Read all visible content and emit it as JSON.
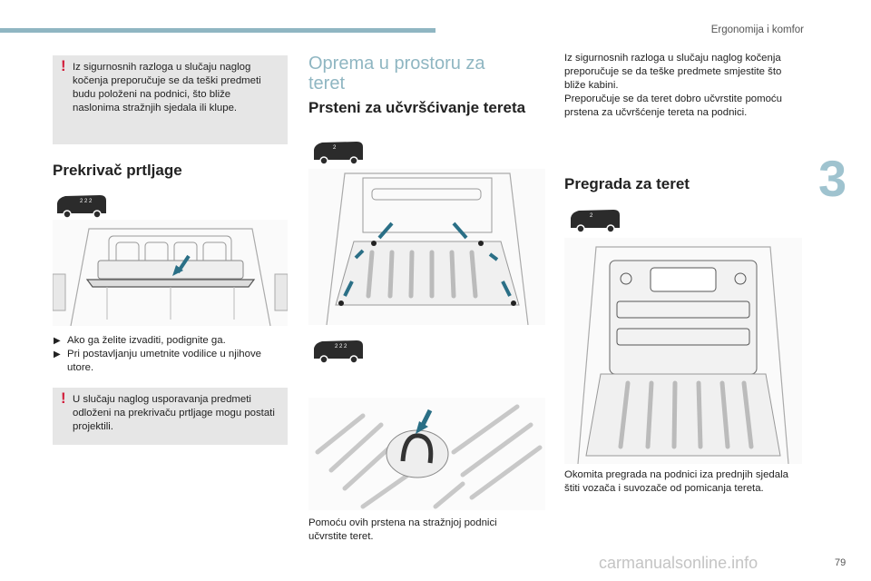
{
  "header": {
    "section": "Ergonomija i komfor",
    "chapter": "3"
  },
  "left": {
    "warning1": "Iz sigurnosnih razloga u slučaju naglog kočenja preporučuje se da teški predmeti budu položeni na podnici, što bliže naslonima stražnjih sjedala ili klupe.",
    "title": "Prekrivač prtljage",
    "bullets": [
      "Ako ga želite izvaditi, podignite ga.",
      "Pri postavljanju umetnite vodilice u njihove utore."
    ],
    "warning2": "U slučaju naglog usporavanja predmeti odloženi na prekrivaču prtljage mogu postati projektili."
  },
  "middle": {
    "title": "Oprema u prostoru za teret",
    "subtitle": "Prsteni za učvršćivanje tereta",
    "caption": "Pomoću ovih prstena na stražnjoj podnici učvrstite teret."
  },
  "right": {
    "intro1": "Iz sigurnosnih razloga u slučaju naglog kočenja preporučuje se da teške predmete smjestite što bliže kabini.",
    "intro2": "Preporučuje se da teret dobro učvrstite pomoću prstena za učvršćenje tereta na podnici.",
    "title": "Pregrada za teret",
    "caption": "Okomita pregrada na podnici iza prednjih sjedala štiti vozača i suvozače od pomicanja tereta."
  },
  "footer": {
    "page": "79",
    "watermark": "carmanualsonline.info"
  },
  "colors": {
    "accent": "#8fb6c2",
    "warning": "#d21f3c",
    "arrow": "#2a6f86"
  }
}
